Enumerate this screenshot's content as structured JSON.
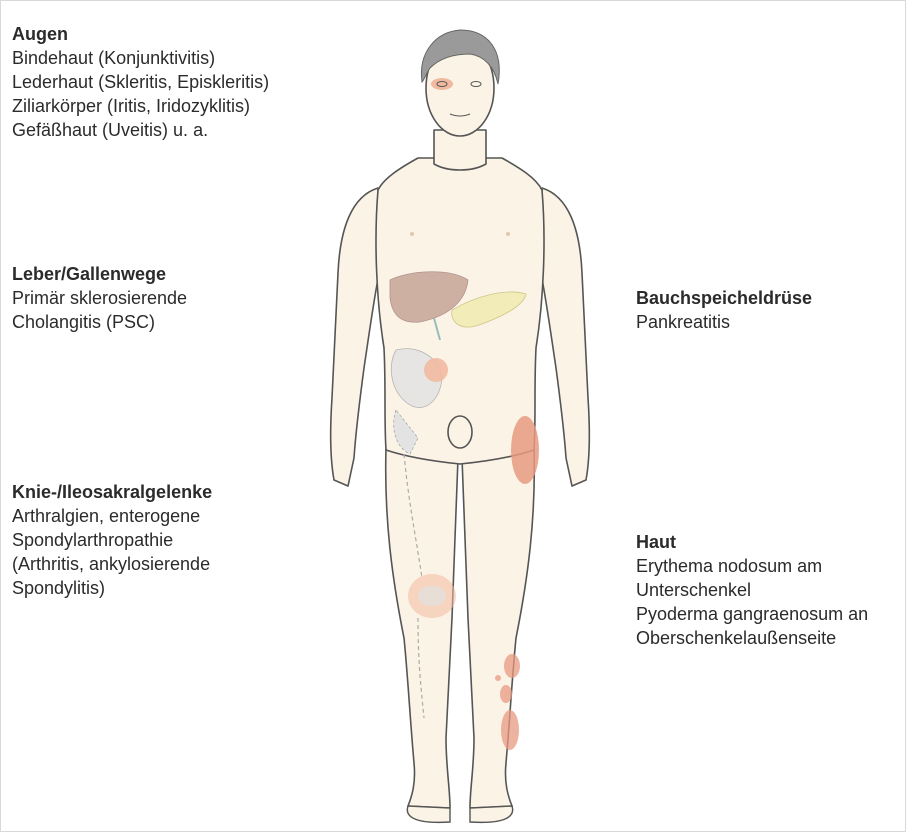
{
  "labels": {
    "augen": {
      "title": "Augen",
      "lines": [
        "Bindehaut (Konjunktivitis)",
        "Lederhaut (Skleritis, Episkleritis)",
        "Ziliarkörper (Iritis, Iridozyklitis)",
        "Gefäßhaut (Uveitis) u. a."
      ]
    },
    "leber": {
      "title": "Leber/Gallenwege",
      "lines": [
        "Primär sklerosierende",
        "Cholangitis (PSC)"
      ]
    },
    "knie": {
      "title": "Knie-/Ileosakralgelenke",
      "lines": [
        "Arthralgien, enterogene",
        "Spondylarthropathie",
        "(Arthritis, ankylosierende",
        "Spondylitis)"
      ]
    },
    "bauch": {
      "title": "Bauchspeicheldrüse",
      "lines": [
        "Pankreatitis"
      ]
    },
    "haut": {
      "title": "Haut",
      "lines": [
        "Erythema nodosum am",
        "Unterschenkel",
        "Pyoderma gangraenosum an",
        "Oberschenkelaußenseite"
      ]
    }
  },
  "colors": {
    "skin": "#fbf4e6",
    "outline": "#555555",
    "hair": "#9a9a9a",
    "highlight": "#f2b9a1",
    "highlight_strong": "#e89a80",
    "liver": "#c9a99a",
    "pancreas": "#f1ecb8",
    "bone": "#e3e3e3"
  }
}
